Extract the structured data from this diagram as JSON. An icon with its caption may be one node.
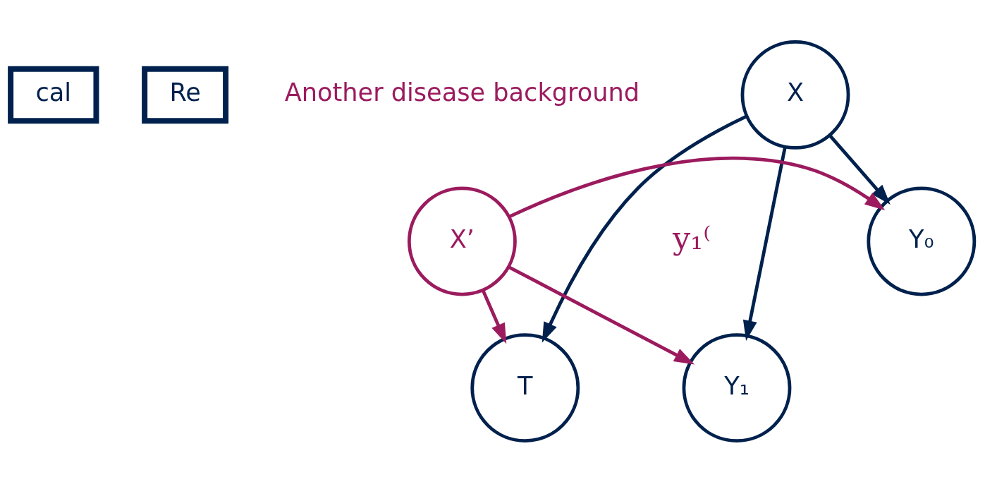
{
  "diagram": {
    "nodes": [
      {
        "text": [
          "cal"
        ]
      },
      {
        "text": [
          "Re"
        ]
      },
      {
        "text": [
          "X"
        ]
      },
      {
        "text": [
          "T"
        ]
      },
      {
        "text": [
          "Y₀"
        ]
      },
      {
        "text": [
          "Y₁"
        ]
      },
      {
        "text": [
          "X’"
        ],
        "beside": [
          "Another disease background"
        ]
      }
    ],
    "edges": [
      {
        "from": 2,
        "to": 3,
        "arrow": "to"
      },
      {
        "from": 2,
        "to": 4,
        "arrow": "to"
      },
      {
        "from": 2,
        "to": 5,
        "arrow": "to"
      },
      {
        "from": 6,
        "to": 5,
        "arrow": "to",
        "color": "#9b1b5e"
      },
      {
        "from": 6,
        "to": 3,
        "arrow": "to",
        "color": "#9b1b5e"
      },
      {
        "from": 6,
        "to": 4,
        "arrow": "to",
        "color": "#9b1b5e"
      }
    ],
    "labels": [
      "y₁⁽"
    ]
  }
}
